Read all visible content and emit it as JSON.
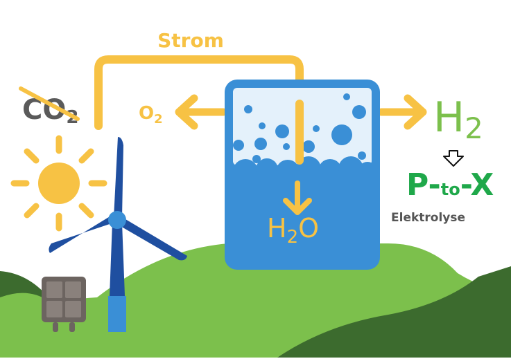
{
  "labels": {
    "strom": "Strom",
    "co2_main": "CO",
    "co2_sub": "2",
    "o2_main": "O",
    "o2_sub": "2",
    "h2_main": "H",
    "h2_sub": "2",
    "h2o_h": "H",
    "h2o_sub": "2",
    "h2o_o": "O",
    "ptx_p": "P",
    "ptx_dash1": "-",
    "ptx_to": "to",
    "ptx_dash2": "-",
    "ptx_x": "X",
    "elektrolyse": "Elektrolyse"
  },
  "colors": {
    "yellow": "#f7c244",
    "water": "#3a8fd6",
    "water_light": "#e4f1fb",
    "hill_light": "#7cc04c",
    "hill_dark": "#3c6b2e",
    "turbine": "#1f4fa0",
    "turbine_hub": "#3a8fd6",
    "h2_green": "#7cc04c",
    "ptx_green": "#1fa84a",
    "co2_gray": "#5a5a5a",
    "panel_gray": "#6c6460",
    "text_gray": "#555555"
  },
  "icons": {
    "sun": "sun-icon",
    "wind_turbine": "wind-turbine-icon",
    "solar_panel": "solar-panel-icon",
    "arrow_down": "arrow-down-icon"
  }
}
